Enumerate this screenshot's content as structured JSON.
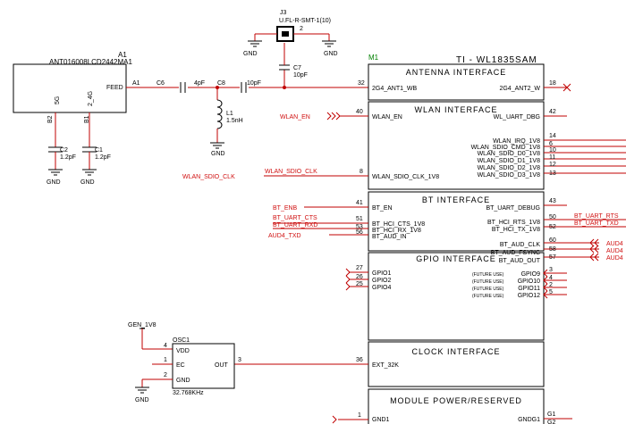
{
  "colors": {
    "wire": "#c00000",
    "net_label": "#d01010",
    "ink": "#000000",
    "ref": "#008000"
  },
  "antenna": {
    "ref": "A1",
    "part": "ANT016008LCD2442MA1",
    "pin_feed": "FEED",
    "label_5g": "5G",
    "label_24g": "2_4G",
    "pin_b2": "B2",
    "pin_b1": "B1",
    "pin_a1": "A1"
  },
  "passives": {
    "c6": "C6",
    "c6_val": "4pF",
    "c8": "C8",
    "c8_val": "10pF",
    "l1": "L1",
    "l1_val": "1.5nH",
    "c7": "C7",
    "c7_val": "10pF",
    "c2": "C2",
    "c2_val": "1.2pF",
    "c1": "C1",
    "c1_val": "1.2pF"
  },
  "connector": {
    "ref": "J3",
    "part": "U.FL-R-SMT-1(10)",
    "pin": "2"
  },
  "gnd": "GND",
  "module": {
    "ref": "M1",
    "title": "TI - WL1835SAM",
    "sections": {
      "antenna": "ANTENNA INTERFACE",
      "wlan": "WLAN INTERFACE",
      "bt": "BT INTERFACE",
      "gpio": "GPIO INTERFACE",
      "clock": "CLOCK INTERFACE",
      "power": "MODULE POWER/RESERVED"
    },
    "left_pins": [
      {
        "num": "32",
        "name": "2G4_ANT1_WB"
      },
      {
        "num": "40",
        "name": "WLAN_EN"
      },
      {
        "num": "8",
        "name": "WLAN_SDIO_CLK_1V8"
      },
      {
        "num": "41",
        "name": "BT_EN"
      },
      {
        "num": "51",
        "name": "BT_HCI_CTS_1V8"
      },
      {
        "num": "53",
        "name": "BT_HCI_RX_1V8"
      },
      {
        "num": "56",
        "name": "BT_AUD_IN"
      },
      {
        "num": "27",
        "name": "GPIO1"
      },
      {
        "num": "26",
        "name": "GPIO2"
      },
      {
        "num": "25",
        "name": "GPIO4"
      },
      {
        "num": "36",
        "name": "EXT_32K"
      },
      {
        "num": "1",
        "name": "GND1"
      }
    ],
    "right_pins": [
      {
        "num": "18",
        "name": "2G4_ANT2_W"
      },
      {
        "num": "42",
        "name": "WL_UART_DBG"
      },
      {
        "num": "14",
        "name": "WLAN_IRQ_1V8"
      },
      {
        "num": "6",
        "name": "WLAN_SDIO_CMD_1V8"
      },
      {
        "num": "10",
        "name": "WLAN_SDIO_D0_1V8"
      },
      {
        "num": "11",
        "name": "WLAN_SDIO_D1_1V8"
      },
      {
        "num": "12",
        "name": "WLAN_SDIO_D2_1V8"
      },
      {
        "num": "13",
        "name": "WLAN_SDIO_D3_1V8"
      },
      {
        "num": "43",
        "name": "BT_UART_DEBUG"
      },
      {
        "num": "50",
        "name": "BT_HCI_RTS_1V8"
      },
      {
        "num": "52",
        "name": "BT_HCI_TX_1V8"
      },
      {
        "num": "60",
        "name": "BT_AUD_CLK"
      },
      {
        "num": "58",
        "name": "BT_AUD_FSYNC"
      },
      {
        "num": "57",
        "name": "BT_AUD_OUT"
      },
      {
        "num": "3",
        "name": "GPIO9"
      },
      {
        "num": "4",
        "name": "GPIO10"
      },
      {
        "num": "2",
        "name": "GPIO11"
      },
      {
        "num": "5",
        "name": "GPIO12"
      },
      {
        "num": "G1",
        "name": "GNDG1"
      },
      {
        "num": "G2",
        "name": ""
      }
    ],
    "future_use": "(FUTURE USE)"
  },
  "nets": {
    "wlan_en": "WLAN_EN",
    "wlan_sdio_clk": "WLAN_SDIO_CLK",
    "bt_enb": "BT_ENB",
    "bt_uart_cts": "BT_UART_CTS",
    "bt_uart_rxd": "BT_UART_RXD",
    "aud4_txd": "AUD4_TXD",
    "bt_uart_rts": "BT_UART_RTS",
    "bt_uart_txd": "BT_UART_TXD",
    "aud4": "AUD4"
  },
  "oscillator": {
    "ref": "OSC1",
    "part": "32.768KHz",
    "pin_vdd": "VDD",
    "pin_ec": "EC",
    "pin_gnd": "GND",
    "pin_out": "OUT",
    "num_vdd": "4",
    "num_ec": "1",
    "num_gnd": "2",
    "num_out": "3",
    "supply": "GEN_1V8"
  }
}
